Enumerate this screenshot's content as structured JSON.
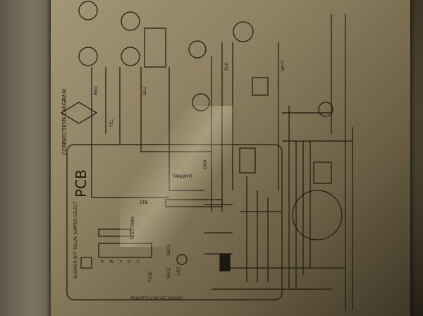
{
  "diagram": {
    "title": "CONNECTION DIAGRAM",
    "board_label": "PCB",
    "board_caption": "PRINTED CIRCUIT BOARD",
    "jumper_label": "BLOWER OFF DELAY JUMPER SELECT",
    "test_label": "TEST/TWIN",
    "fuse_label": "FUSE",
    "led_label": "LED",
    "sec1_label": "SEC1",
    "sec2_label": "SEC2",
    "wire_labels": [
      "RED",
      "BLU",
      "BLK",
      "WHT",
      "ORN",
      "YEL",
      "STB",
      "TAN/WHT"
    ],
    "terminal_letters": [
      "R",
      "W",
      "Y",
      "G",
      "C"
    ]
  }
}
